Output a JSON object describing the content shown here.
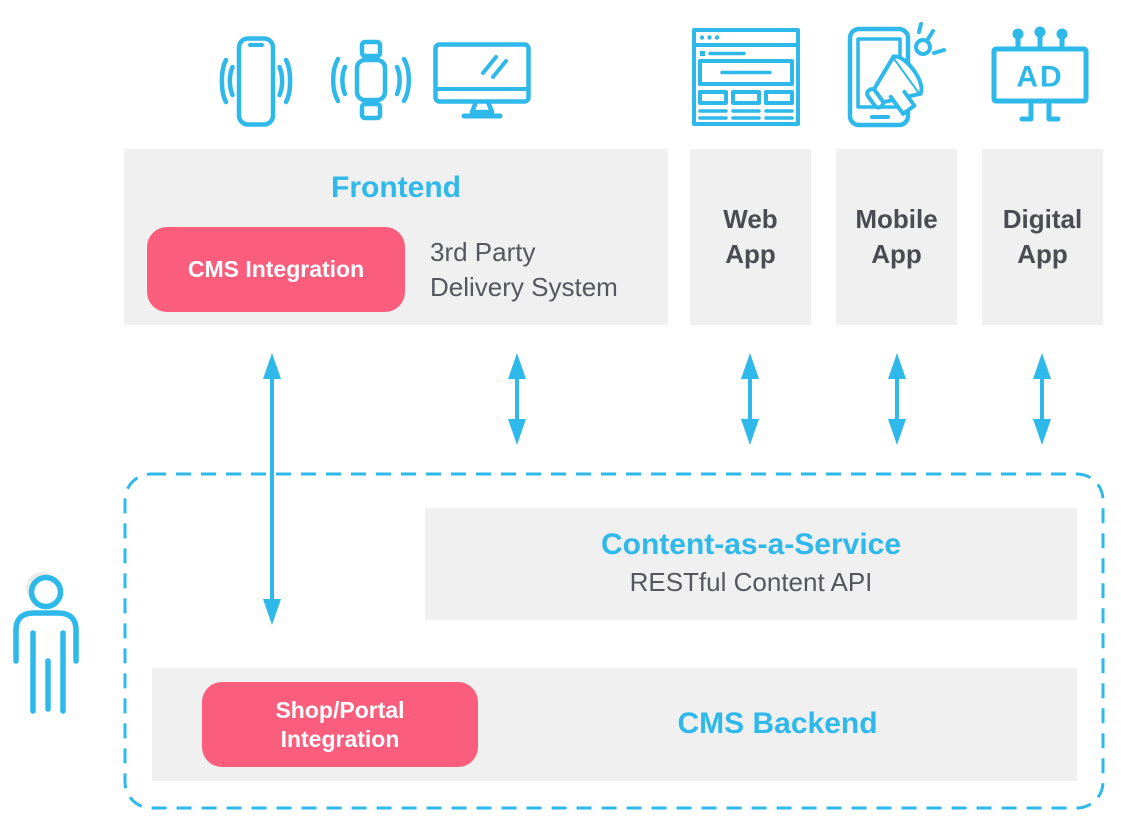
{
  "colors": {
    "accent": "#2eb9ea",
    "highlight": "#fb5e7c",
    "panel": "#f0f0f1",
    "text_dark": "#4a4c51",
    "text_muted": "#55575c",
    "button_text": "#ffffff"
  },
  "frontend": {
    "title": "Frontend",
    "cms_button_label": "CMS Integration",
    "third_party_label": "3rd Party\nDelivery System"
  },
  "apps": [
    {
      "label": "Web\nApp"
    },
    {
      "label": "Mobile\nApp"
    },
    {
      "label": "Digital\nApp"
    }
  ],
  "backend": {
    "caas": {
      "title": "Content-as-a-Service",
      "subtitle": "RESTful Content API"
    },
    "cms": {
      "title": "CMS Backend",
      "shop_button_label": "Shop/Portal\nIntegration"
    }
  },
  "icons": {
    "devices": [
      "smartphone-vibrating",
      "smartwatch-vibrating",
      "desktop-monitor"
    ],
    "web_app": "browser-window",
    "mobile_app": "phone-megaphone",
    "digital_app": "ad-billboard",
    "user": "person",
    "connectors": "double-headed-arrow",
    "ad_label": "AD"
  }
}
